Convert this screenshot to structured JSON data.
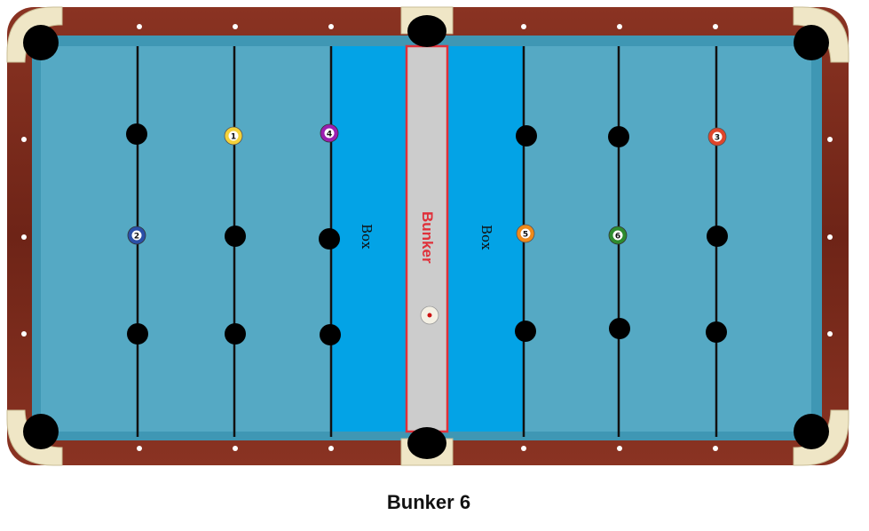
{
  "caption": "Bunker 6",
  "labels": {
    "bunker": "Bunker",
    "box_left": "Box",
    "box_right": "Box"
  },
  "colors": {
    "rail": "#7a2a1c",
    "cloth": "#55a9c4",
    "cushion": "#3f97b4",
    "box": "#03a3e6",
    "bunker": "#cccccc",
    "bunker_border": "#e0303a",
    "bunker_text": "#e0303a",
    "pocket": "#000000",
    "pocket_liner": "#f0e7c8",
    "diamond": "#ffffff",
    "line": "#111111"
  },
  "balls": [
    {
      "number": "1",
      "color": "#f4d23a"
    },
    {
      "number": "2",
      "color": "#2a4fa8"
    },
    {
      "number": "3",
      "color": "#e0452a"
    },
    {
      "number": "4",
      "color": "#9b1fb0"
    },
    {
      "number": "5",
      "color": "#f08a1a"
    },
    {
      "number": "6",
      "color": "#2e8b2e"
    }
  ],
  "cue_ball": {
    "color": "#f4f0e4",
    "marker": "#cc1111"
  }
}
